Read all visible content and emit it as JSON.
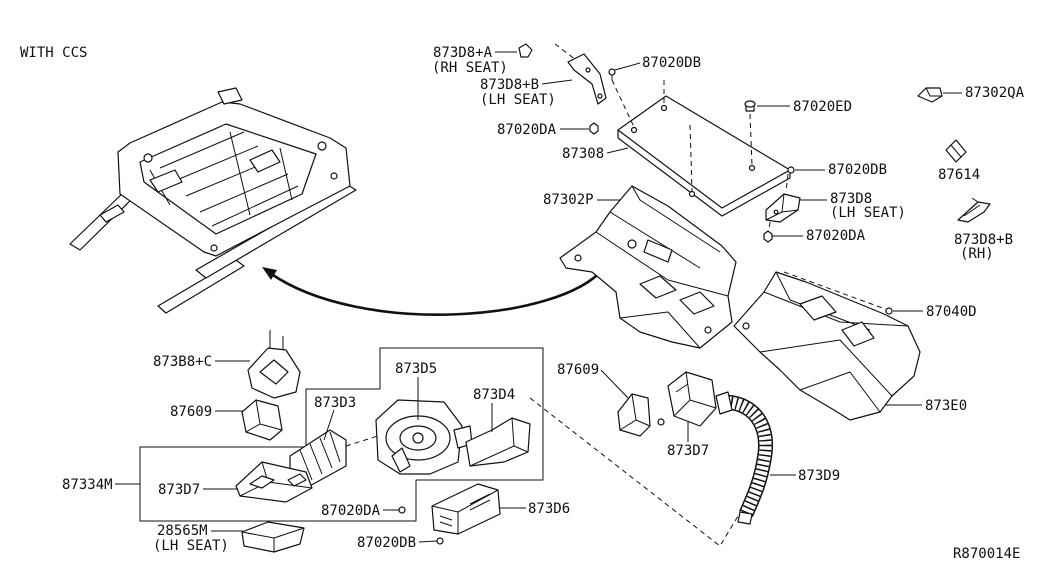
{
  "diagram": {
    "note": "WITH CCS",
    "ref_code": "R870014E",
    "callouts": [
      {
        "part": "873D8+A",
        "sub": "(RH SEAT)"
      },
      {
        "part": "873D8+B",
        "sub": "(LH SEAT)"
      },
      {
        "part": "87020DB"
      },
      {
        "part": "87020DA"
      },
      {
        "part": "87020ED"
      },
      {
        "part": "87302QA"
      },
      {
        "part": "87308"
      },
      {
        "part": "87020DB"
      },
      {
        "part": "87614"
      },
      {
        "part": "87302P"
      },
      {
        "part": "873D8",
        "sub": "(LH SEAT)"
      },
      {
        "part": "87020DA"
      },
      {
        "part": "873D8+B",
        "sub": "(RH)"
      },
      {
        "part": "87040D"
      },
      {
        "part": "873B8+C"
      },
      {
        "part": "873D5"
      },
      {
        "part": "87609"
      },
      {
        "part": "873D3"
      },
      {
        "part": "873D4"
      },
      {
        "part": "87609"
      },
      {
        "part": "87334M"
      },
      {
        "part": "873D7"
      },
      {
        "part": "873D7"
      },
      {
        "part": "873D9"
      },
      {
        "part": "873E0"
      },
      {
        "part": "87020DA"
      },
      {
        "part": "873D6"
      },
      {
        "part": "28565M",
        "sub": "(LH SEAT)"
      },
      {
        "part": "87020DB"
      }
    ]
  }
}
